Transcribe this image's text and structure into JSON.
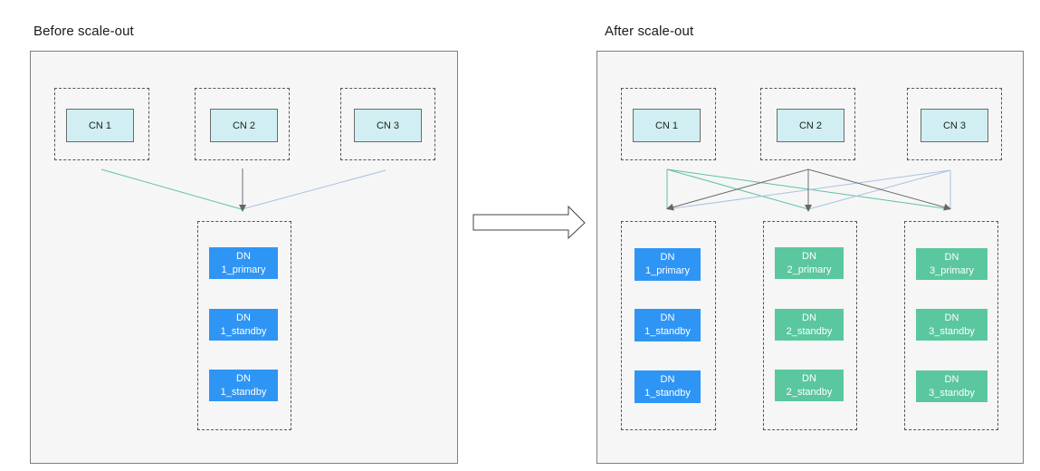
{
  "before": {
    "title": "Before scale-out",
    "cns": [
      "CN 1",
      "CN 2",
      "CN 3"
    ],
    "dns": [
      {
        "line1": "DN",
        "line2": "1_primary"
      },
      {
        "line1": "DN",
        "line2": "1_standby"
      },
      {
        "line1": "DN",
        "line2": "1_standby"
      }
    ]
  },
  "after": {
    "title": "After scale-out",
    "cns": [
      "CN 1",
      "CN 2",
      "CN 3"
    ],
    "dn_groups": [
      [
        {
          "line1": "DN",
          "line2": "1_primary"
        },
        {
          "line1": "DN",
          "line2": "1_standby"
        },
        {
          "line1": "DN",
          "line2": "1_standby"
        }
      ],
      [
        {
          "line1": "DN",
          "line2": "2_primary"
        },
        {
          "line1": "DN",
          "line2": "2_standby"
        },
        {
          "line1": "DN",
          "line2": "2_standby"
        }
      ],
      [
        {
          "line1": "DN",
          "line2": "3_primary"
        },
        {
          "line1": "DN",
          "line2": "3_standby"
        },
        {
          "line1": "DN",
          "line2": "3_standby"
        }
      ]
    ]
  },
  "colors": {
    "cn1_line": "#5cc29c",
    "cn2_line": "#6d6d6d",
    "cn3_line": "#a9c2e4",
    "dn_blue": "#2f95f5",
    "dn_green": "#5ac79f",
    "cn_fill": "#d1eff2"
  }
}
